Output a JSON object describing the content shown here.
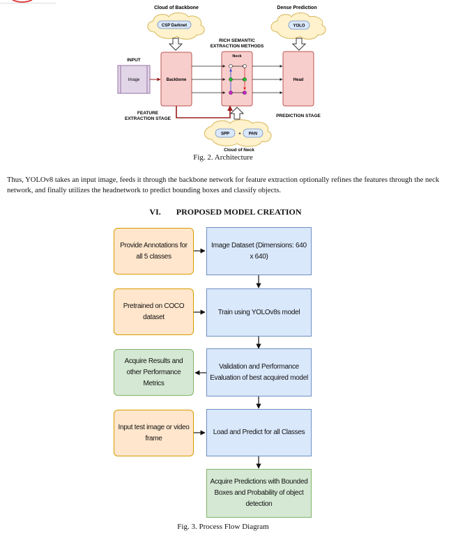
{
  "fig2": {
    "cloud_backbone_label": "Cloud of Backbone",
    "csp_darknet": "CSP Darknet",
    "dense_prediction_label": "Dense Prediction",
    "yolo": "YOLO",
    "rich_semantic_line1": "RICH SEMANTIC",
    "rich_semantic_line2": "EXTRACTION METHODS",
    "input_label": "INPUT",
    "image": "Image",
    "backbone": "Backbone",
    "neck": "Neck",
    "head": "Head",
    "feature_line1": "FEATURE",
    "feature_line2": "EXTRACTION STAGE",
    "prediction_stage": "PREDICTION STAGE",
    "spp": "SPP",
    "plus": "+",
    "pan": "PAN",
    "cloud_neck_label": "Cloud of Neck",
    "caption": "Fig. 2.  Architecture"
  },
  "paragraph": "Thus, YOLOv8 takes an input image, feeds it through the backbone network for feature extraction optionally refines the features through the neck network, and finally utilizes the headnetwork to predict bounding boxes and classify objects.",
  "section": {
    "number": "VI.",
    "title": "PROPOSED MODEL CREATION"
  },
  "fig3": {
    "left": [
      "Provide Annotations for all 5 classes",
      "Pretrained on COCO dataset",
      "Acquire Results and other Performance Metrics",
      "Input test image or video frame"
    ],
    "right": [
      "Image Dataset (Dimensions: 640 x 640)",
      "Train using YOLOv8s model",
      "Validation and Performance Evaluation of best acquired model",
      "Load and Predict for all Classes",
      "Acquire Predictions with Bounded Boxes and Probability of object detection"
    ],
    "caption": "Fig. 3.  Process Flow Diagram",
    "colors": {
      "blue_fill": "#dae8fc",
      "blue_stroke": "#6c8ebf",
      "orange_fill": "#ffe6cc",
      "orange_stroke": "#d79b00",
      "green_fill": "#d5e8d4",
      "green_stroke": "#82b366"
    }
  }
}
